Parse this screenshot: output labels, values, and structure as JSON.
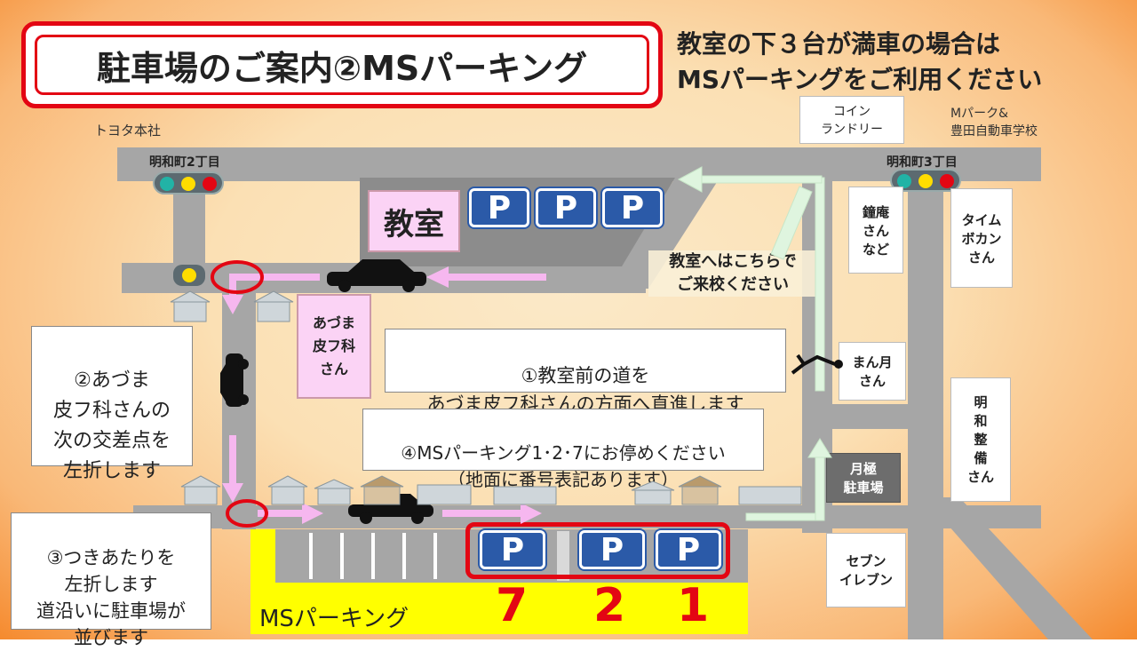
{
  "title": "駐車場のご案内②MSパーキング",
  "notice": [
    "教室の下３台が満車の場合は",
    "MSパーキングをご利用ください"
  ],
  "landmarks": {
    "toyota": "トヨタ本社",
    "coin_laundry": "コイン\nランドリー",
    "mpark": "Mパーク&\n豊田自動車学校",
    "signal_left": "明和町2丁目",
    "signal_right": "明和町3丁目",
    "classroom": "教室",
    "azuma": "あづま\n皮フ科\nさん",
    "kane": "鐘庵\nさん\nなど",
    "time": "タイム\nボカン\nさん",
    "manzuki": "まん月\nさん",
    "meiwa": "明\n和\n整\n備\nさん",
    "tsukigime": "月極\n駐車場",
    "seven": "セブン\nイレブン"
  },
  "p_symbol": "P",
  "guide": "教室へはこちらで\nご来校ください",
  "steps": {
    "step1": "①教室前の道を\nあづま皮フ科さんの方面へ直進します",
    "step2": "②あづま\n皮フ科さんの\n次の交差点を\n左折します",
    "step3": "③つきあたりを\n左折します\n道沿いに駐車場が\n並びます",
    "step4": "④MSパーキング1･2･7にお停めください\n（地面に番号表記あります）"
  },
  "ms_parking": "MSパーキング",
  "space_numbers": [
    "7",
    "2",
    "1"
  ],
  "colors": {
    "accent": "#e30613",
    "parking_blue": "#2b5aa8",
    "route": "#f6b7ef",
    "yellow": "#ffff00"
  }
}
